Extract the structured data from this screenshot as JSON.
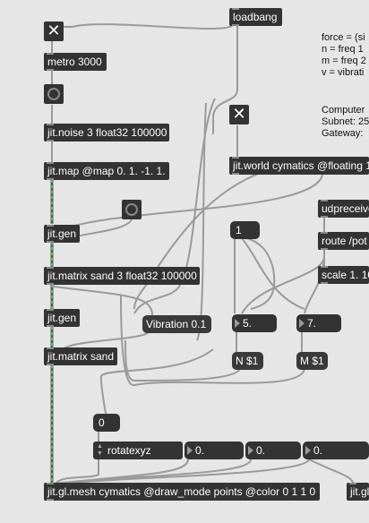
{
  "objects": {
    "loadbang": "loadbang",
    "metro": "metro 3000",
    "noise": "jit.noise 3 float32 100000",
    "map": "jit.map @map 0. 1. -1. 1.",
    "gen1": "jit.gen",
    "matrix": "jit.matrix sand 3 float32 100000",
    "gen2": "jit.gen",
    "matrix_sand": "jit.matrix sand",
    "world": "jit.world cymatics @floating 1",
    "udpreceive": "udpreceive",
    "route": "route /pot",
    "scale": "scale 1. 10",
    "mesh": "jit.gl.mesh cymatics @draw_mode points @color 0 1 1 0",
    "gl_right": "jit.gl"
  },
  "messages": {
    "vibration": "Vibration 0.1",
    "n_msg": "N $1",
    "m_msg": "M $1"
  },
  "numbers": {
    "one": "1",
    "five": "5.",
    "seven": "7.",
    "zero": "0",
    "rot1": "0.",
    "rot2": "0.",
    "rot3": "0."
  },
  "umenu": {
    "label": "rotatexyz"
  },
  "comments": {
    "force": "force = (si",
    "n_freq": "n = freq 1",
    "m_freq": "m = freq 2",
    "v_vib": "v = vibrati",
    "computer": "Computer",
    "subnet": "Subnet: 25",
    "gateway": "Gateway:"
  },
  "icons": {
    "toggle": "x-toggle-icon",
    "bang": "bang-ring-icon"
  }
}
